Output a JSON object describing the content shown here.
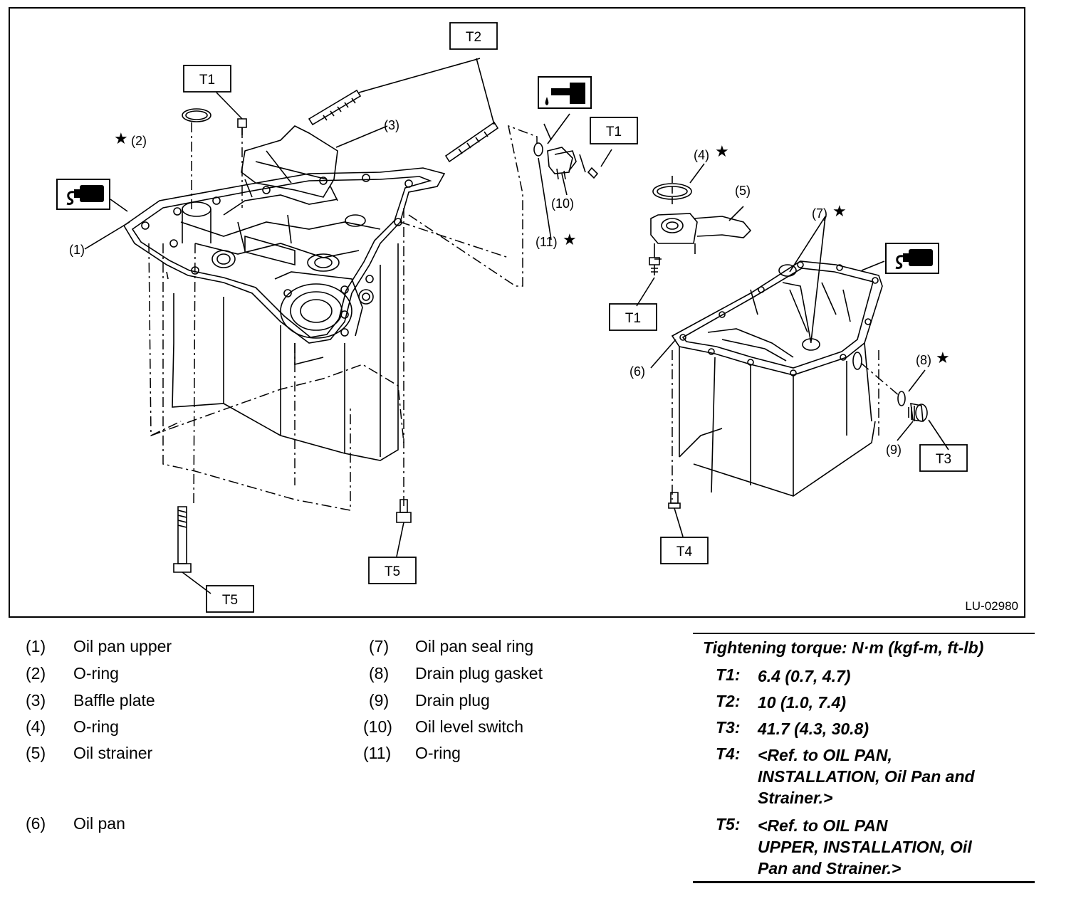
{
  "diagram": {
    "figure_code": "LU-02980",
    "torque_boxes": [
      "T1",
      "T2",
      "T1",
      "T1",
      "T5",
      "T5",
      "T4",
      "T3"
    ],
    "callouts": [
      "(1)",
      "(2)",
      "(3)",
      "(4)",
      "(5)",
      "(6)",
      "(7)",
      "(8)",
      "(9)",
      "(10)",
      "(11)"
    ],
    "star_symbol": "★",
    "icons": [
      "liquid-gasket-icon",
      "oil-application-icon"
    ]
  },
  "legend": {
    "left": [
      {
        "num": "(1)",
        "name": "Oil pan upper"
      },
      {
        "num": "(2)",
        "name": "O-ring"
      },
      {
        "num": "(3)",
        "name": "Baffle plate"
      },
      {
        "num": "(4)",
        "name": "O-ring"
      },
      {
        "num": "(5)",
        "name": "Oil strainer"
      },
      {
        "num": "(6)",
        "name": "Oil pan"
      }
    ],
    "middle": [
      {
        "num": "(7)",
        "name": "Oil pan seal ring"
      },
      {
        "num": "(8)",
        "name": "Drain plug gasket"
      },
      {
        "num": "(9)",
        "name": "Drain plug"
      },
      {
        "num": "(10)",
        "name": "Oil level switch"
      },
      {
        "num": "(11)",
        "name": "O-ring"
      }
    ]
  },
  "torque": {
    "title": "Tightening torque: N·m (kgf-m, ft-lb)",
    "rows": [
      {
        "code": "T1:",
        "lines": [
          "6.4 (0.7, 4.7)"
        ]
      },
      {
        "code": "T2:",
        "lines": [
          "10 (1.0, 7.4)"
        ]
      },
      {
        "code": "T3:",
        "lines": [
          "41.7 (4.3, 30.8)"
        ]
      },
      {
        "code": "T4:",
        "lines": [
          "<Ref. to OIL PAN,",
          "INSTALLATION, Oil Pan and",
          "Strainer.>"
        ]
      },
      {
        "code": "T5:",
        "lines": [
          "<Ref. to OIL PAN",
          "UPPER, INSTALLATION, Oil",
          "Pan and Strainer.>"
        ]
      }
    ]
  }
}
